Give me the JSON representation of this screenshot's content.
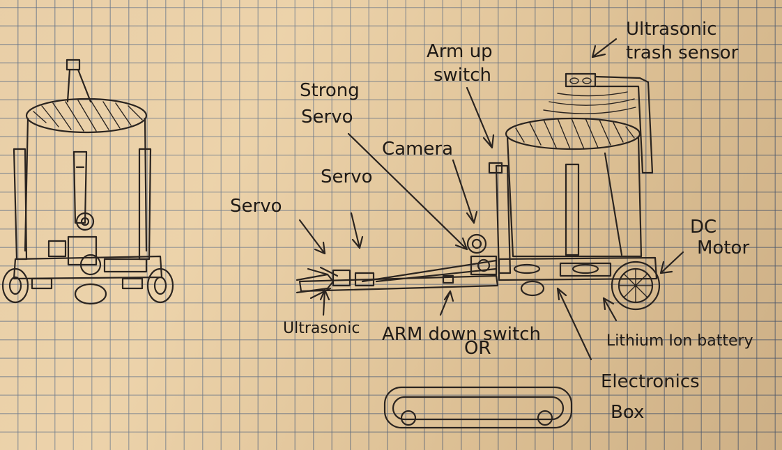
{
  "labels": {
    "ultrasonic_trash_sensor_l1": "Ultrasonic",
    "ultrasonic_trash_sensor_l2": "trash sensor",
    "arm_up_switch_l1": "Arm up",
    "arm_up_switch_l2": "switch",
    "strong_servo_l1": "Strong",
    "strong_servo_l2": "Servo",
    "camera": "Camera",
    "servo_upper": "Servo",
    "servo_left": "Servo",
    "dc_motor_l1": "DC",
    "dc_motor_l2": "Motor",
    "ultrasonic": "Ultrasonic",
    "arm_down_switch_l1": "ARM down switch",
    "arm_down_switch_l2": "OR",
    "lithium_battery": "Lithium Ion battery",
    "electronics_box_l1": "Electronics",
    "electronics_box_l2": "Box"
  },
  "colors": {
    "paper": "#e6c99d",
    "grid": "#465a78",
    "ink": "#2a2420"
  }
}
